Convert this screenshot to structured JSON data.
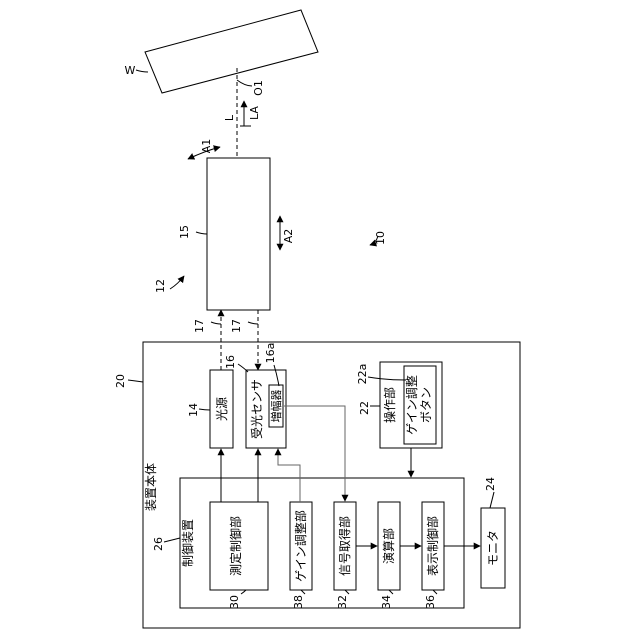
{
  "refs": {
    "workpiece": "W",
    "optical_axis": "O1",
    "distance": "L",
    "distance_axis": "LA",
    "direction_a1": "A1",
    "direction_a2": "A2",
    "system": "10",
    "head": "12",
    "head_body": "15",
    "fiber_a": "17",
    "fiber_b": "17",
    "light_receiving_sensor": "16",
    "amplifier": "16a",
    "light_source": "14",
    "device_main_body": "20",
    "operation_unit": "22",
    "gain_button": "22a",
    "control_device": "26",
    "measurement_control": "30",
    "gain_adjustment": "38",
    "signal_acquisition": "32",
    "calculation": "34",
    "display_control": "36",
    "monitor": "24"
  },
  "labels": {
    "light_source": "光源",
    "light_receiving_sensor": "受光センサ",
    "amplifier": "増幅器",
    "operation_unit": "操作部",
    "gain_button_line1": "ゲイン調整",
    "gain_button_line2": "ボタン",
    "device_main_body": "装置本体",
    "control_device": "制御装置",
    "measurement_control": "測定制御部",
    "gain_adjustment": "ゲイン調整部",
    "signal_acquisition": "信号取得部",
    "calculation": "演算部",
    "display_control": "表示制御部",
    "monitor": "モニタ"
  }
}
